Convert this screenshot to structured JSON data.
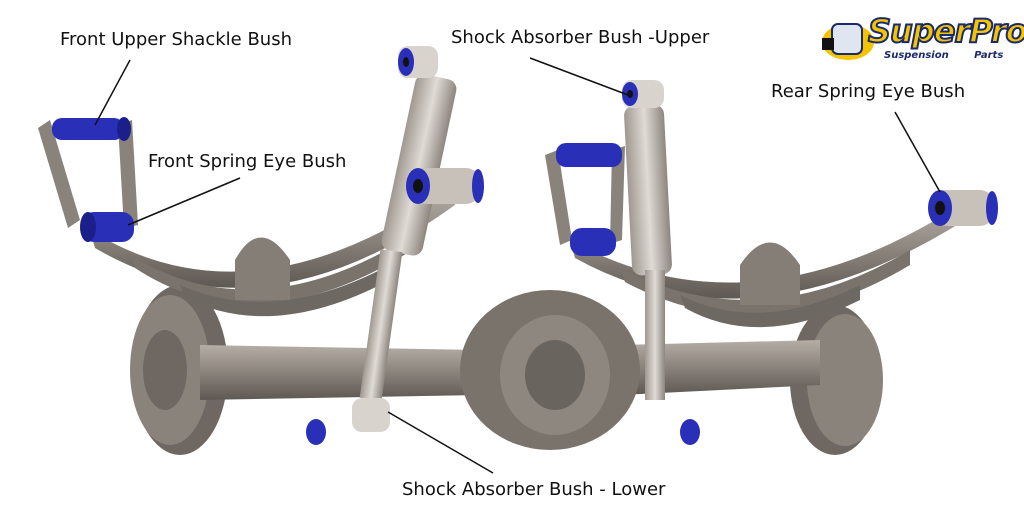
{
  "labels": {
    "front_upper_shackle": "Front Upper Shackle Bush",
    "front_spring_eye": "Front Spring Eye Bush",
    "shock_upper": "Shock Absorber Bush -Upper",
    "rear_spring_eye": "Rear Spring Eye Bush",
    "shock_lower": "Shock Absorber Bush - Lower"
  },
  "logo": {
    "brand": "SuperPro",
    "tagline": "Suspension Parts"
  },
  "colors": {
    "bush": "#2a2fb8",
    "metal": "#8a837c",
    "leader": "#111111"
  }
}
